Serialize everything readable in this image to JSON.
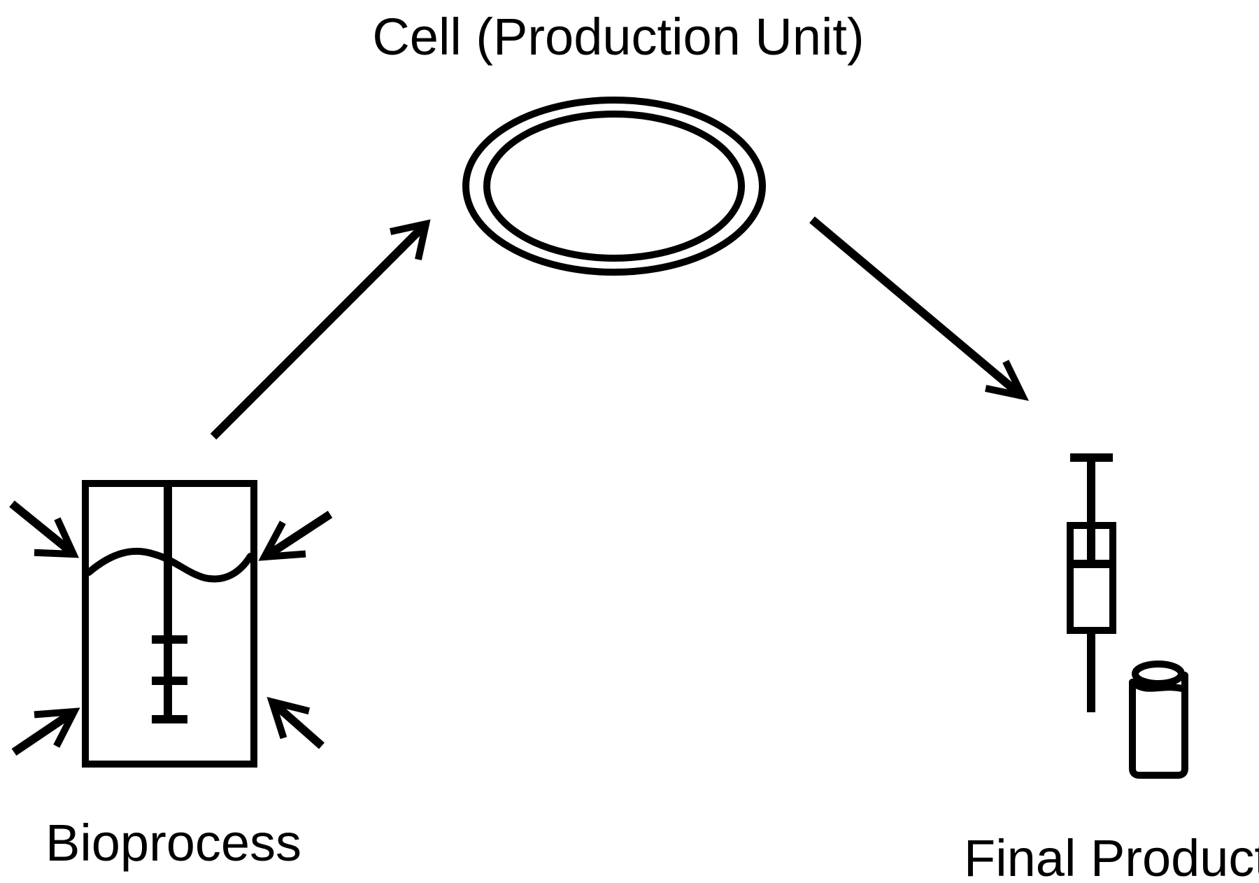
{
  "labels": {
    "cell": "Cell (Production Unit)",
    "bioprocess": "Bioprocess",
    "final_product": "Final Product"
  },
  "colors": {
    "stroke": "#000000",
    "background": "#ffffff"
  },
  "icons": {
    "cell": "cell-membrane-icon",
    "bioprocess": "bioreactor-icon",
    "syringe": "syringe-icon",
    "vial": "vial-icon"
  }
}
